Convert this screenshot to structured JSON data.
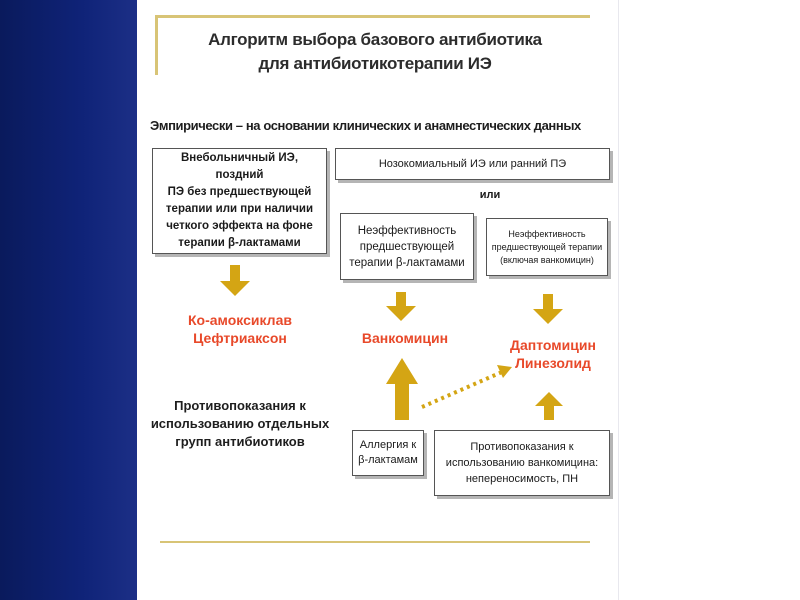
{
  "colors": {
    "left_band": "#0f2378",
    "gold_accent": "#d8c476",
    "arrow_gold": "#d4a514",
    "drug_red": "#e8492a"
  },
  "title": {
    "line1": "Алгоритм выбора базового антибиотика",
    "line2": "для антибиотикотерапии ИЭ"
  },
  "empiric_label": "Эмпирически – на основании клинических и анамнестических данных",
  "boxes": {
    "community": [
      "Внебольничный ИЭ, поздний",
      "ПЭ без предшествующей",
      "терапии или при наличии",
      "четкого эффекта на фоне",
      "терапии β-лактамами"
    ],
    "nosocomial": "Нозокомиальный ИЭ или ранний ПЭ",
    "or_label": "или",
    "ineffective_beta": [
      "Неэффективность",
      "предшествующей",
      "терапии β-лактамами"
    ],
    "ineffective_vanco": [
      "Неэффективность",
      "предшествующей терапии",
      "(включая ванкомицин)"
    ],
    "allergy": [
      "Аллергия к",
      "β-лактамам"
    ],
    "contra_vanco": [
      "Противопоказания к",
      "использованию ванкомицина:",
      "непереносимость, ПН"
    ]
  },
  "drugs": {
    "coamox": [
      "Ко-амоксиклав",
      "Цефтриаксон"
    ],
    "vanco": "Ванкомицин",
    "dapto": [
      "Даптомицин",
      "Линезолид"
    ]
  },
  "contra_groups": [
    "Противопоказания к",
    "использованию отдельных",
    "групп антибиотиков"
  ]
}
